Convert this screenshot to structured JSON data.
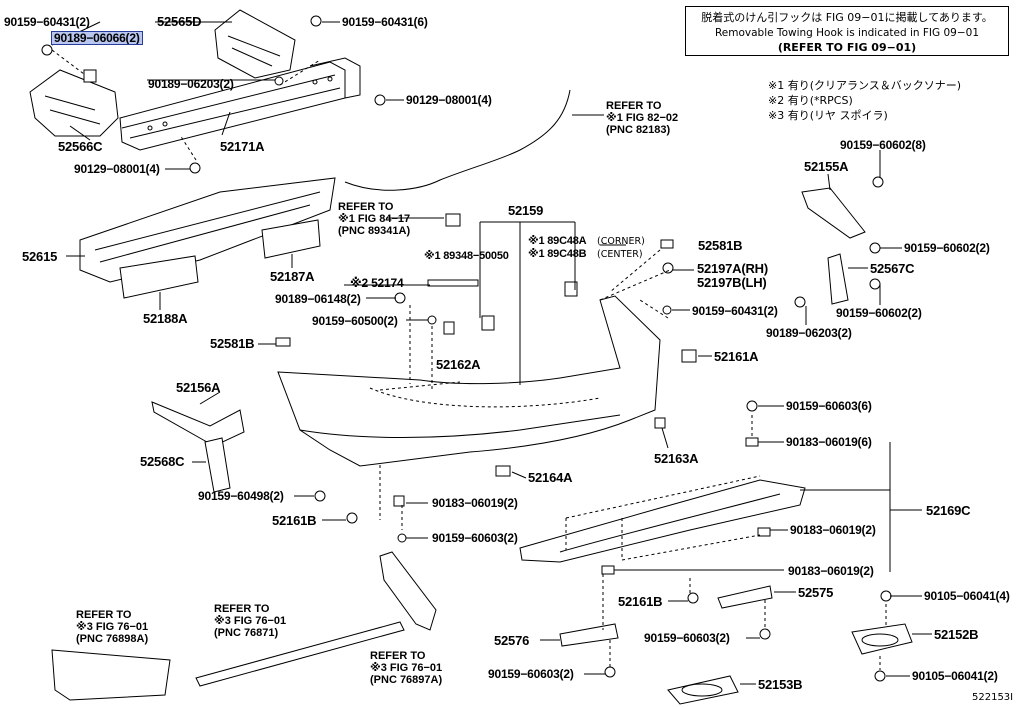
{
  "notice": {
    "line1": "脱着式のけん引フックは FIG 09−01に掲載してあります。",
    "line2": "Removable Towing Hook is indicated in FIG 09−01",
    "line3": "(REFER TO FIG 09−01)"
  },
  "footnotes": [
    "※1 有り(クリアランス＆バックソナー)",
    "※2 有り(*RPCS)",
    "※3 有り(リヤ スポイラ)"
  ],
  "references": {
    "fig_82_02": "REFER TO\n※1 FIG 82−02\n(PNC 82183)",
    "fig_84_17": "REFER TO\n※1 FIG 84−17\n(PNC 89341A)",
    "fig_76_01_a": "REFER TO\n※3 FIG 76−01\n(PNC 76898A)",
    "fig_76_01_b": "REFER TO\n※3 FIG 76−01\n(PNC 76871)",
    "fig_76_01_c": "REFER TO\n※3 FIG 76−01\n(PNC 76897A)"
  },
  "parts": {
    "p90159_60431_2a": "90159−60431(2)",
    "p90189_06066": "90189−06066(2)",
    "p52565D": "52565D",
    "p90159_60431_6": "90159−60431(6)",
    "p90189_06203_2a": "90189−06203(2)",
    "p90129_08001_4a": "90129−08001(4)",
    "p52566C": "52566C",
    "p52171A": "52171A",
    "p90129_08001_4b": "90129−08001(4)",
    "p52615": "52615",
    "p52188A": "52188A",
    "p52187A": "52187A",
    "p52159": "52159",
    "p89C48A": "※1 89C48A",
    "p89C48A_sub": "(CORNER)",
    "p89C48B": "※1 89C48B",
    "p89C48B_sub": "(CENTER)",
    "p89348": "※1 89348−50050",
    "p52174": "※2 52174",
    "p90189_06148": "90189−06148(2)",
    "p90159_60500": "90159−60500(2)",
    "p52162A": "52162A",
    "p52581B_a": "52581B",
    "p52581B_b": "52581B",
    "p52197A": "52197A(RH)",
    "p52197B": "52197B(LH)",
    "p90159_60431_2b": "90159−60431(2)",
    "p52161A": "52161A",
    "p90159_60602_8": "90159−60602(8)",
    "p52155A": "52155A",
    "p90159_60602_2a": "90159−60602(2)",
    "p52567C": "52567C",
    "p90189_06203_2b": "90189−06203(2)",
    "p90159_60602_2b": "90159−60602(2)",
    "p52156A": "52156A",
    "p52568C": "52568C",
    "p90159_60498": "90159−60498(2)",
    "p52161B_a": "52161B",
    "p90183_06019_2a": "90183−06019(2)",
    "p90159_60603_2a": "90159−60603(2)",
    "p52164A": "52164A",
    "p52163A": "52163A",
    "p90159_60603_6": "90159−60603(6)",
    "p90183_06019_6": "90183−06019(6)",
    "p52169C": "52169C",
    "p90183_06019_2b": "90183−06019(2)",
    "p90183_06019_2c": "90183−06019(2)",
    "p52161B_b": "52161B",
    "p52575": "52575",
    "p90105_06041_4": "90105−06041(4)",
    "p52576": "52576",
    "p90159_60603_2b": "90159−60603(2)",
    "p52152B": "52152B",
    "p90159_60603_2c": "90159−60603(2)",
    "p52153B": "52153B",
    "p90105_06041_2": "90105−06041(2)"
  },
  "diagram_id": "522153I"
}
